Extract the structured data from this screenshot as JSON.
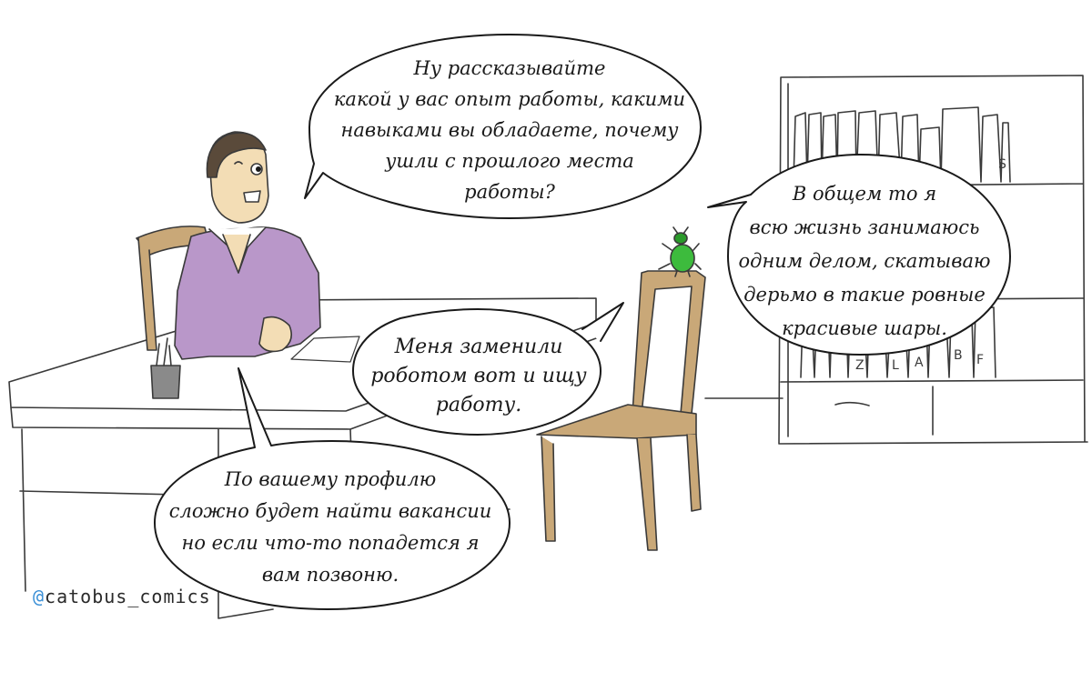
{
  "speech": {
    "interviewer_question": "Ну рассказывайте\nкакой у вас опыт работы, какими\nнавыками вы обладаете, почему\nушли с прошлого места\nработы?",
    "beetle_answer": "В общем то я\nвсю жизнь занимаюсь\nодним делом, скатываю\nдерьмо в такие ровные\nкрасивые шары.",
    "chair_answer": "Меня заменили\nроботом вот и ищу\nработу.",
    "interviewer_reply": "По вашему профилю\nсложно будет найти вакансии\nно если что-то попадется я\nвам позвоню."
  },
  "signature": {
    "at": "@",
    "handle": "catobus_comics"
  },
  "book_letters": [
    "F",
    "B",
    "A",
    "Z",
    "L",
    "S"
  ],
  "colors": {
    "sweater": "#b997c9",
    "skin": "#f3ddb5",
    "hair": "#5a4a3a",
    "wood": "#c9a878",
    "beetle": "#3dbb3d",
    "ink": "#3a3a3a"
  }
}
